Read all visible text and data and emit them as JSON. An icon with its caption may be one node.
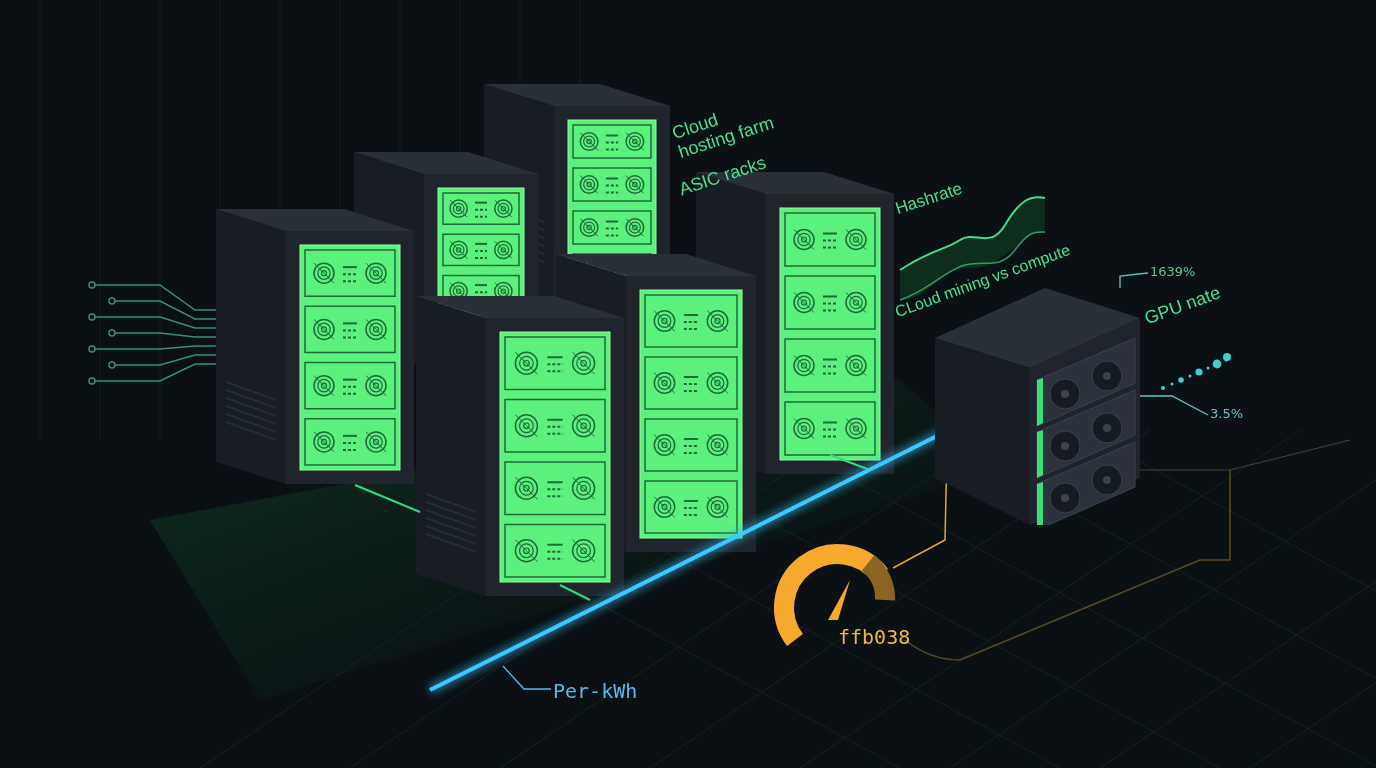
{
  "diagram": {
    "nodes": [
      {
        "text": [
          "1639%"
        ]
      },
      {
        "text": [],
        "shape": "picture"
      },
      {
        "text": [
          "3.5%"
        ]
      },
      {
        "text": [
          "Per-kWh"
        ]
      }
    ],
    "edges": [
      {
        "from": 0,
        "to": 1,
        "arrow": "none"
      },
      {
        "from": 2,
        "to": 1,
        "arrow": "none"
      },
      {
        "from": 3,
        "to": null,
        "arrow": "none"
      }
    ],
    "labels": [
      "Cloud hosting farm",
      "ASIC racks",
      "Hashrate",
      "CLoud mining vs compute",
      "GPU nate",
      "ffb038"
    ]
  }
}
